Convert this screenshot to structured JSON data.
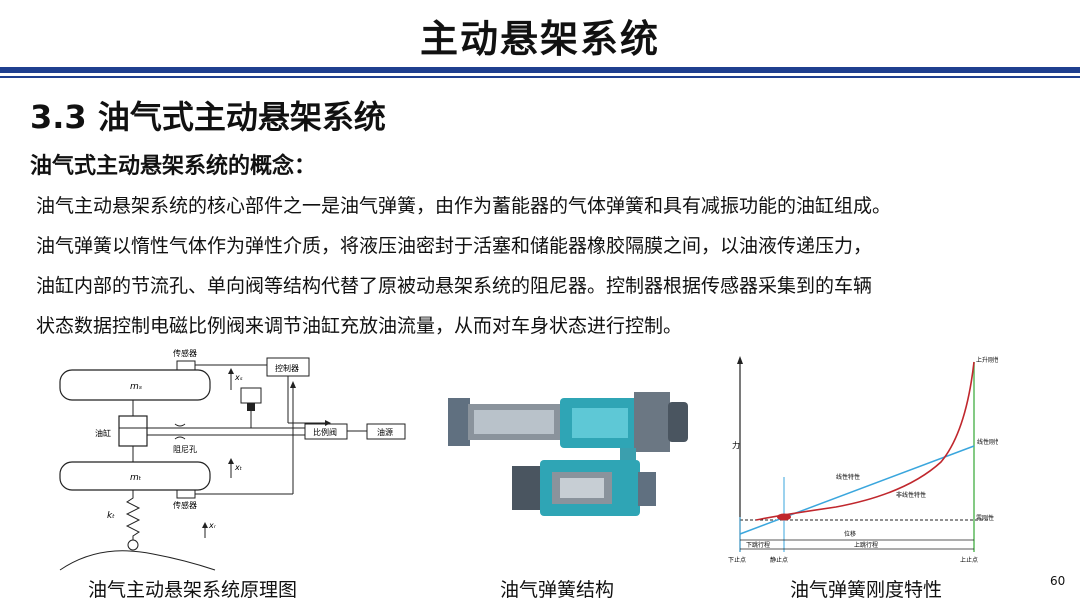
{
  "slide": {
    "title": "主动悬架系统",
    "section": "3.3 油气式主动悬架系统",
    "subsection": "油气式主动悬架系统的概念：",
    "paragraph": [
      "油气主动悬架系统的核心部件之一是油气弹簧，由作为蓄能器的气体弹簧和具有减振功能的油缸组成。",
      "油气弹簧以惰性气体作为弹性介质，将液压油密封于活塞和储能器橡胶隔膜之间，以油液传递压力，",
      "油缸内部的节流孔、单向阀等结构代替了原被动悬架系统的阻尼器。控制器根据传感器采集到的车辆",
      "状态数据控制电磁比例阀来调节油缸充放油流量，从而对车身状态进行控制。"
    ],
    "page_number": "60"
  },
  "figures": {
    "schematic": {
      "caption": "油气主动悬架系统原理图",
      "labels": {
        "sensor_top": "传感器",
        "controller": "控制器",
        "ms": "mₛ",
        "xs": "xₛ",
        "cylinder": "油缸",
        "valve": "比例阀",
        "source": "油源",
        "orifice": "阻尼孔",
        "mt": "mₜ",
        "xt": "xₜ",
        "sensor_bottom": "传感器",
        "kt": "kₜ",
        "xr": "xᵣ"
      }
    },
    "spring": {
      "caption": "油气弹簧结构"
    },
    "stiffness": {
      "caption": "油气弹簧刚度特性",
      "labels": {
        "y_axis": "力",
        "rising": "上升刚性",
        "linear_stiff": "线性刚性",
        "linear_char": "线性特性",
        "nonlinear_char": "非线性特性",
        "zero": "零刚性",
        "displacement": "位移",
        "lower_travel": "下跳行程",
        "upper_travel": "上跳行程",
        "lower_stop": "下止点",
        "static_point": "静止点",
        "upper_stop": "上止点"
      },
      "colors": {
        "nonlinear": "#c0272d",
        "linear": "#3aa6dd",
        "stop_line": "#5cb85c"
      }
    }
  }
}
